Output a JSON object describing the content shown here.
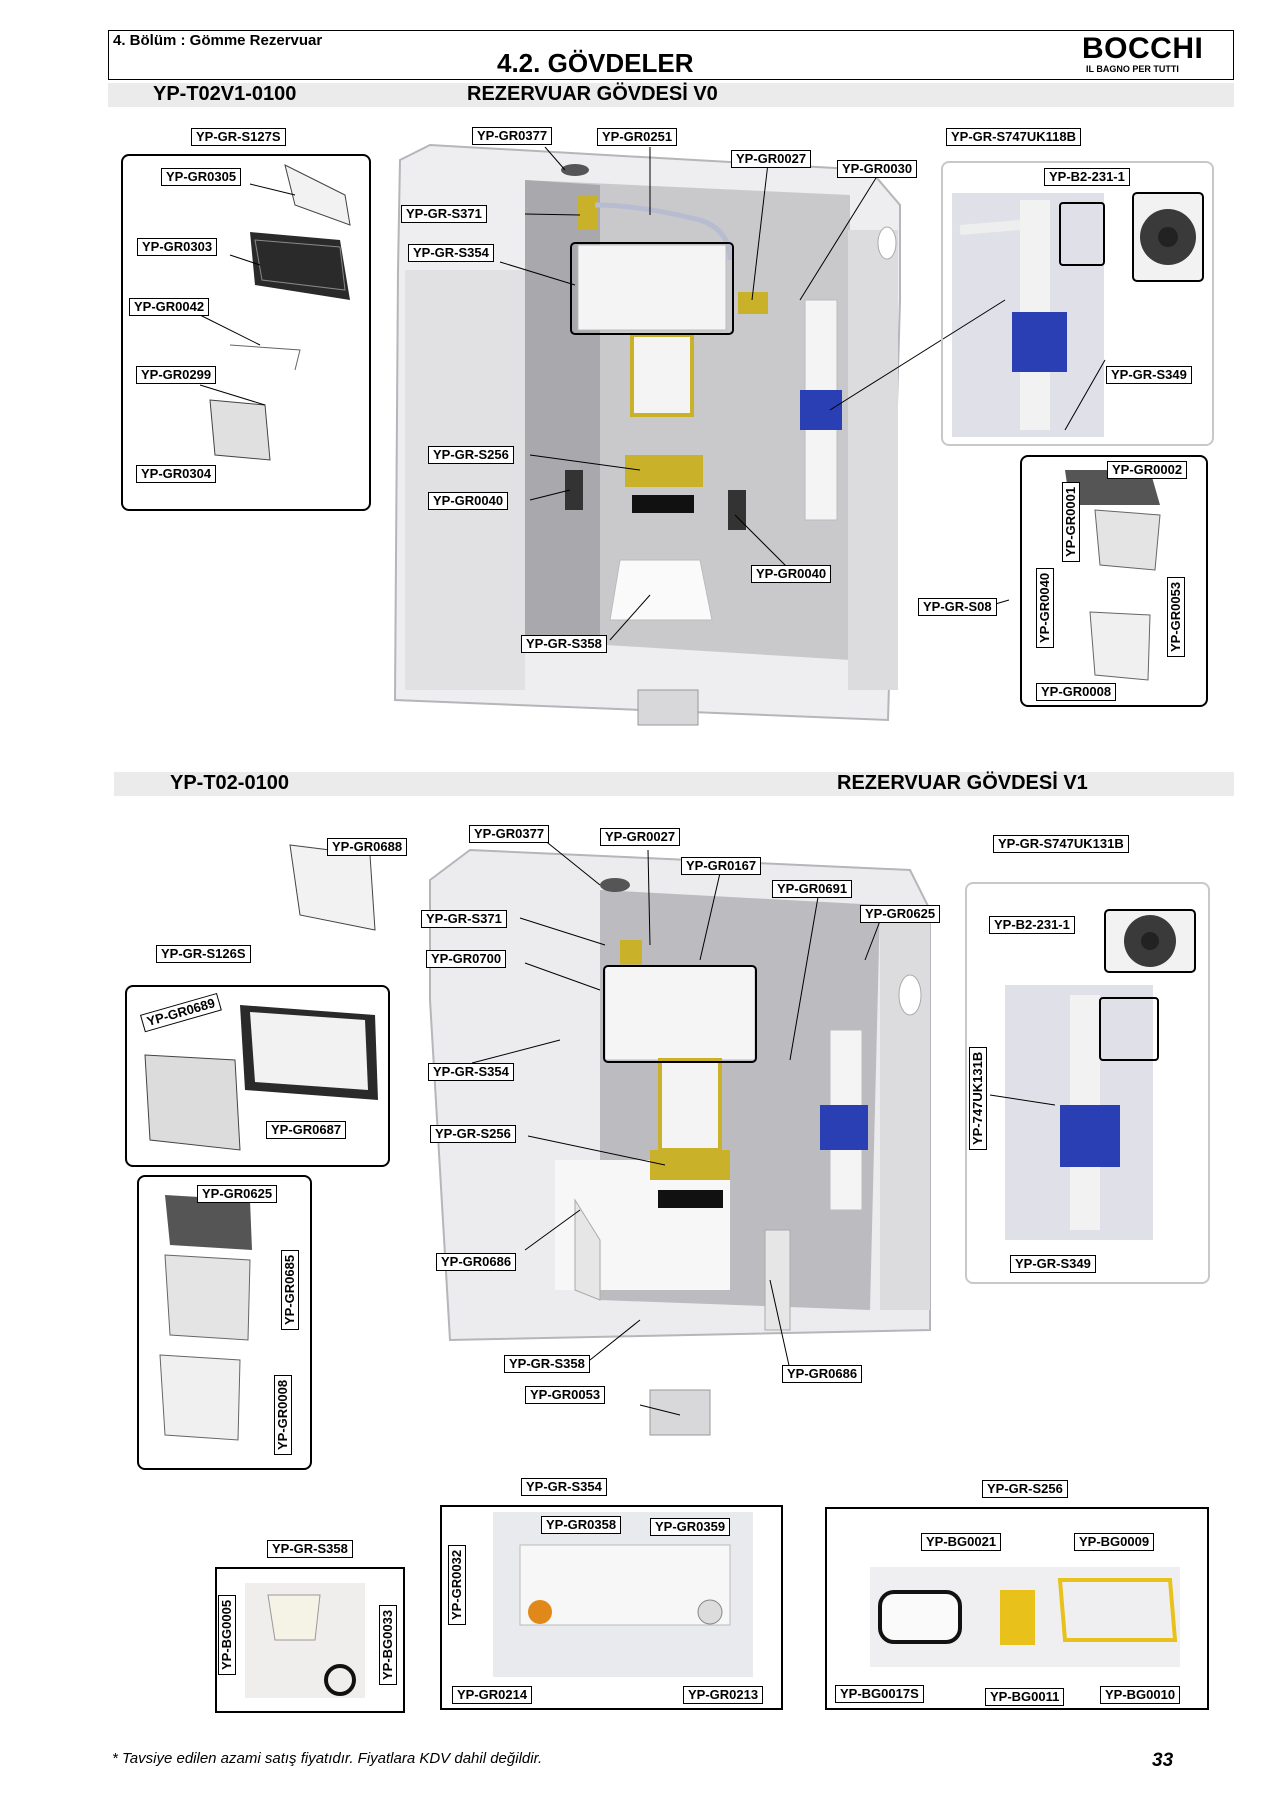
{
  "header": {
    "chapter": "4. Bölüm : Gömme Rezervuar",
    "section_title": "4.2. GÖVDELER",
    "brand": "BOCCHI",
    "brand_tagline": "IL BAGNO PER TUTTI"
  },
  "section_v0": {
    "code": "YP-T02V1-0100",
    "title": "REZERVUAR GÖVDESİ V0",
    "labels": {
      "s127s": "YP-GR-S127S",
      "gr0305": "YP-GR0305",
      "gr0303": "YP-GR0303",
      "gr0042": "YP-GR0042",
      "gr0299": "YP-GR0299",
      "gr0304": "YP-GR0304",
      "gr0377": "YP-GR0377",
      "gr0251": "YP-GR0251",
      "gr0027": "YP-GR0027",
      "gr0030": "YP-GR0030",
      "s371": "YP-GR-S371",
      "s354": "YP-GR-S354",
      "s256": "YP-GR-S256",
      "gr0040a": "YP-GR0040",
      "gr0040b": "YP-GR0040",
      "s358": "YP-GR-S358",
      "s747uk118b": "YP-GR-S747UK118B",
      "b2231": "YP-B2-231-1",
      "s349": "YP-GR-S349",
      "gr0002": "YP-GR0002",
      "gr0001": "YP-GR0001",
      "s08": "YP-GR-S08",
      "gr0040v": "YP-GR0040",
      "gr0053": "YP-GR0053",
      "gr0008": "YP-GR0008"
    }
  },
  "section_v1": {
    "code": "YP-T02-0100",
    "title": "REZERVUAR GÖVDESİ V1",
    "labels": {
      "gr0688": "YP-GR0688",
      "gr0377": "YP-GR0377",
      "gr0027": "YP-GR0027",
      "gr0167": "YP-GR0167",
      "gr0691": "YP-GR0691",
      "gr0625a": "YP-GR0625",
      "s371": "YP-GR-S371",
      "gr0700": "YP-GR0700",
      "s126s": "YP-GR-S126S",
      "gr0689": "YP-GR0689",
      "gr0687": "YP-GR0687",
      "s354": "YP-GR-S354",
      "s256": "YP-GR-S256",
      "gr0686a": "YP-GR0686",
      "gr0686b": "YP-GR0686",
      "s358": "YP-GR-S358",
      "gr0053": "YP-GR0053",
      "gr0625b": "YP-GR0625",
      "gr0685": "YP-GR0685",
      "gr0008": "YP-GR0008",
      "s747uk131b": "YP-GR-S747UK131B",
      "b2231": "YP-B2-231-1",
      "uk131b": "YP-747UK131B",
      "s349": "YP-GR-S349"
    }
  },
  "details": {
    "s358": {
      "title": "YP-GR-S358",
      "bg0005": "YP-BG0005",
      "bg0033": "YP-BG0033"
    },
    "s354": {
      "title": "YP-GR-S354",
      "gr0358": "YP-GR0358",
      "gr0359": "YP-GR0359",
      "gr0032": "YP-GR0032",
      "gr0214": "YP-GR0214",
      "gr0213": "YP-GR0213"
    },
    "s256": {
      "title": "YP-GR-S256",
      "bg0021": "YP-BG0021",
      "bg0009": "YP-BG0009",
      "bg0017s": "YP-BG0017S",
      "bg0011": "YP-BG0011",
      "bg0010": "YP-BG0010"
    }
  },
  "footer": {
    "note": "* Tavsiye edilen azami satış fiyatıdır. Fiyatlara KDV dahil değildir.",
    "page_number": "33"
  },
  "colors": {
    "frame": "#000000",
    "soft_frame": "#c8c8c8",
    "band": "#ebebeb",
    "brass": "#c9b22a",
    "blue": "#2b3fb5",
    "tank": "#e9e9ec"
  }
}
